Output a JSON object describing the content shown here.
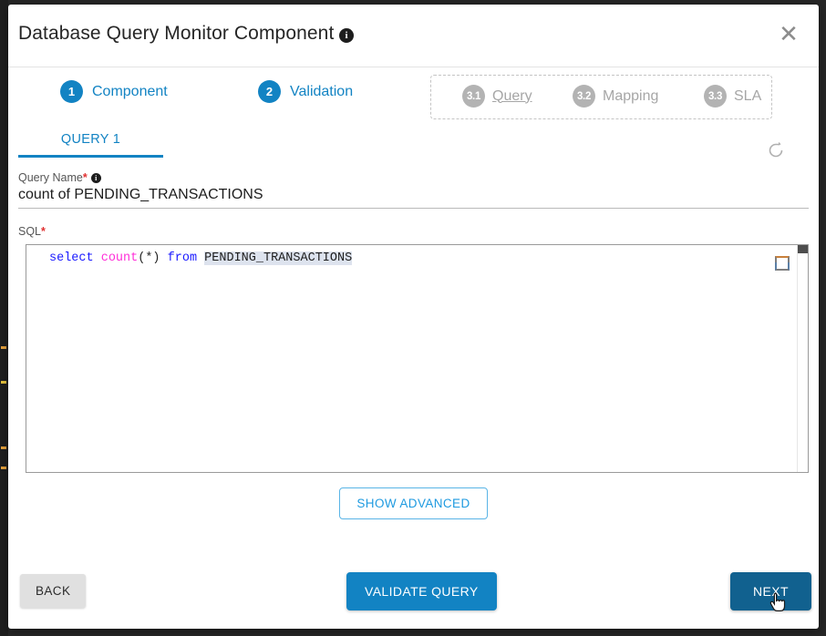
{
  "window": {
    "title": "Database Query Monitor Component",
    "title_info_icon": "info-icon",
    "close_icon": "close-icon"
  },
  "stepper": {
    "steps": [
      {
        "number": "1",
        "label": "Component",
        "state": "active",
        "color": "#1283c3"
      },
      {
        "number": "2",
        "label": "Validation",
        "state": "active",
        "color": "#1283c3"
      }
    ],
    "substeps": [
      {
        "number": "3.1",
        "label": "Query",
        "state": "disabled",
        "underlined": true
      },
      {
        "number": "3.2",
        "label": "Mapping",
        "state": "disabled",
        "underlined": false
      },
      {
        "number": "3.3",
        "label": "SLA",
        "state": "disabled",
        "underlined": false
      }
    ],
    "refresh_icon": "refresh-icon",
    "disabled_color": "#a6a6a6"
  },
  "tabs": [
    {
      "label": "QUERY 1",
      "selected": true
    }
  ],
  "form": {
    "query_name": {
      "label": "Query Name",
      "required_marker": "*",
      "info_icon": "info-icon",
      "value": "count of PENDING_TRANSACTIONS",
      "placeholder": "Query Name"
    },
    "sql": {
      "label": "SQL",
      "required_marker": "*",
      "expand_icon": "fullscreen-icon",
      "code_tokens": [
        {
          "text": "select",
          "type": "keyword"
        },
        {
          "text": " ",
          "type": "plain"
        },
        {
          "text": "count",
          "type": "function"
        },
        {
          "text": "(*)",
          "type": "punctuation"
        },
        {
          "text": " ",
          "type": "plain"
        },
        {
          "text": "from",
          "type": "keyword"
        },
        {
          "text": " ",
          "type": "plain"
        },
        {
          "text": "PENDING_TRANSACTIONS",
          "type": "table"
        }
      ],
      "code_text": "select count(*) from PENDING_TRANSACTIONS"
    }
  },
  "buttons": {
    "show_advanced": "SHOW ADVANCED",
    "back": "BACK",
    "validate_query": "VALIDATE QUERY",
    "next": "NEXT"
  },
  "colors": {
    "accent": "#1283c3",
    "accent_pressed": "#11618f",
    "required": "#e03131",
    "keyword": "#1a1aff",
    "function": "#ff2fd8",
    "selection": "#dde3ee"
  }
}
